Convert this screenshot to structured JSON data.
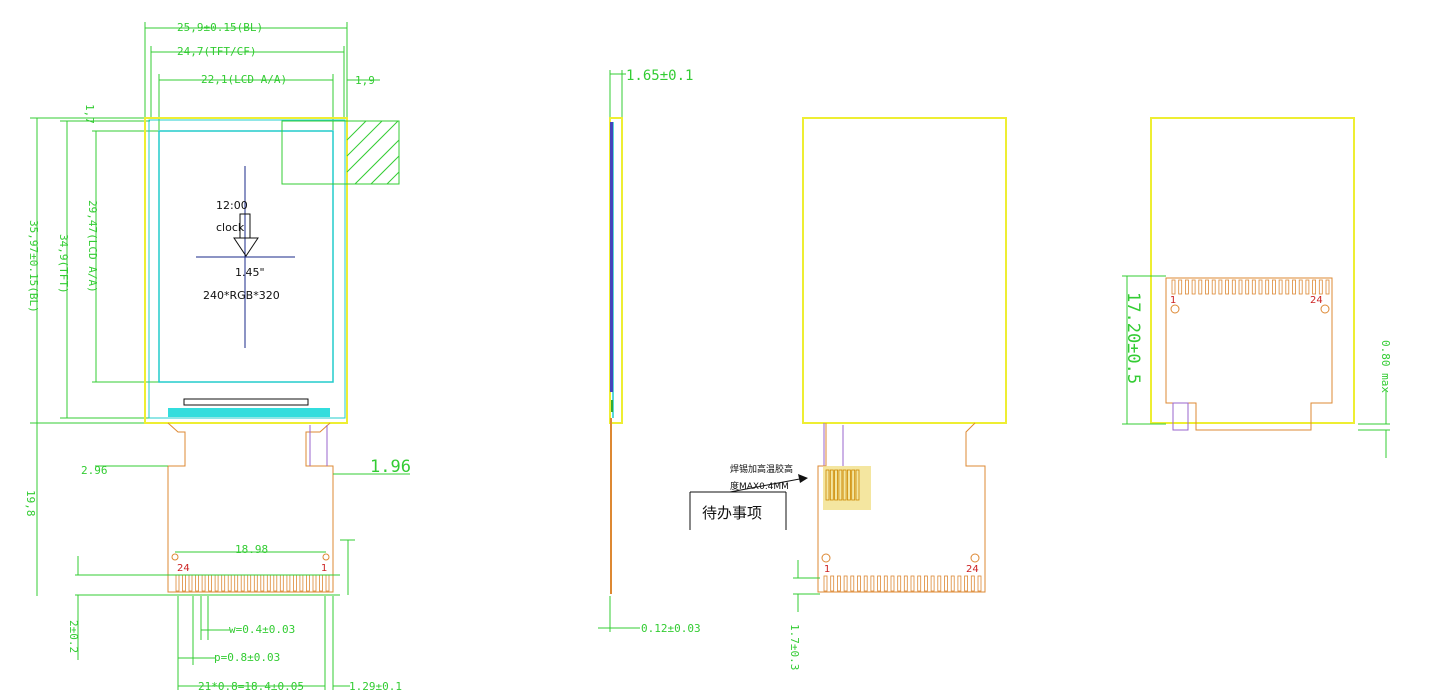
{
  "front_view": {
    "dim_bl_width": "25,9±0.15(BL)",
    "dim_tft_width": "24,7(TFT/CF)",
    "dim_lcd_aa_width": "22,1(LCD A/A)",
    "dim_right_offset": "1,9",
    "dim_top_offset": "1,7",
    "dim_bl_height": "35,97±0.15(BL)",
    "dim_tft_height": "34,9(TFT)",
    "dim_lcd_aa_height": "29,47(LCD A/A)",
    "dim_left_fpc": "2.96",
    "dim_right_fpc": "1.96",
    "dim_total_height": "19,8",
    "dim_pad_offset": "2±0.2",
    "dim_pin_span": "18.98",
    "pin_first": "24",
    "pin_last": "1",
    "dim_pad_width": "w=0.4±0.03",
    "dim_pitch": "p=0.8±0.03",
    "dim_pad_total": "21*0.8=18.4±0.05",
    "dim_pad_edge": "1.29±0.1",
    "screen_time": "12:00",
    "screen_clock": "clock",
    "screen_size": "1.45\"",
    "screen_resolution": "240*RGB*320"
  },
  "side_view": {
    "dim_thickness": "1.65±0.1",
    "dim_fpc_thickness": "0.12±0.03"
  },
  "back_view_fpc": {
    "note_solder": "焊锡加高温胶高",
    "note_solder_max": "度MAX0.4MM",
    "todo_box": "待办事项",
    "pin_left": "1",
    "pin_right": "24",
    "dim_bottom": "1.7±0.3"
  },
  "back_view_folded": {
    "dim_height": "17.20±0.5",
    "dim_max": "0.80 max",
    "pin_left": "1",
    "pin_right": "24"
  },
  "colors": {
    "dimension": "#33cc33",
    "backlight_outline": "#eeee33",
    "active_area": "#22cccc",
    "fpc": "#dd8833",
    "pin_label": "#cc2222",
    "center_mark": "#1a2a88"
  }
}
